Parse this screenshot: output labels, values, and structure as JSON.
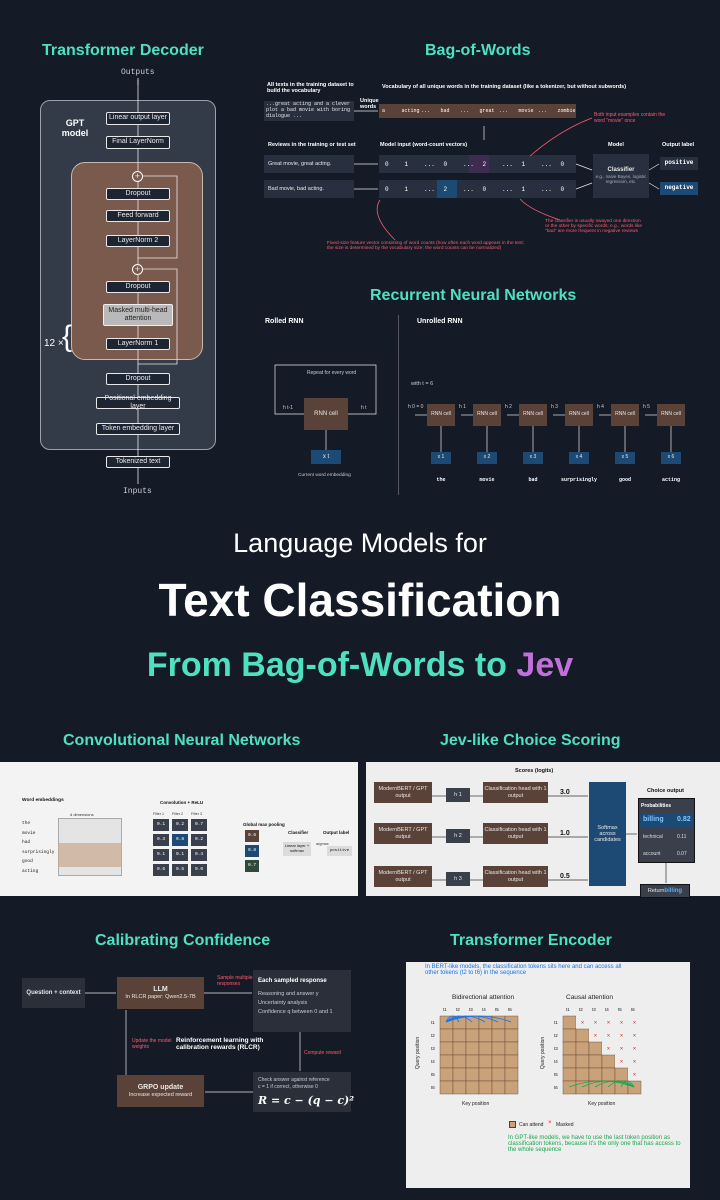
{
  "hero": {
    "line1": "Language Models for",
    "line2": "Text Classification",
    "line3_a": "From Bag-of-Words to ",
    "line3_b": "Jev"
  },
  "decoder": {
    "title": "Transformer Decoder",
    "outputs": "Outputs",
    "inputs": "Inputs",
    "gpt_model": "GPT model",
    "repeat": "12 ×",
    "layers": {
      "linear": "Linear output layer",
      "final_ln": "Final LayerNorm",
      "dropout_top": "Dropout",
      "ff": "Feed forward",
      "ln2": "LayerNorm 2",
      "dropout_mid": "Dropout",
      "mha": "Masked multi-head attention",
      "ln1": "LayerNorm 1",
      "dropout_bot": "Dropout",
      "pos_emb": "Positional embedding layer",
      "tok_emb": "Token embedding layer",
      "tokenized": "Tokenized text"
    },
    "plus": "+"
  },
  "bow": {
    "title": "Bag-of-Words",
    "all_texts": "All texts in the training dataset to build the vocabulary",
    "sample_text": "...great acting and a clever plot a bad movie with boring dialogue ...",
    "unique_words": "Unique words",
    "vocab_title": "Vocabulary of all unique words in the training dataset (like a tokenizer, but without subwords)",
    "vocab": [
      "a",
      "acting",
      "...",
      "bad",
      "...",
      "great",
      "...",
      "movie",
      "...",
      "zombie"
    ],
    "note_movie": "Both input examples contain the word \"movie\" once",
    "reviews_head": "Reviews in the training or test set",
    "input_head": "Model input (word-count vectors)",
    "model_head": "Model",
    "label_head": "Output label",
    "review1": "Great movie, great acting.",
    "review2": "Bad movie, bad acting.",
    "vec1": [
      "0",
      "1",
      "...",
      "0",
      "...",
      "2",
      "...",
      "1",
      "...",
      "0"
    ],
    "vec2": [
      "0",
      "1",
      "...",
      "2",
      "...",
      "0",
      "...",
      "1",
      "...",
      "0"
    ],
    "classifier": "Classifier",
    "classifier_sub": "e.g., naive Bayes, logistic regression, etc.",
    "label1": "positive",
    "label2": "negative",
    "note_vector": "Fixed-size feature vector consisting of word counts (how often each word appears in the text; the size is determined by the vocabulary size; the word counts can be normalized)",
    "note_classifier": "The classifier is usually swayed one direction or the other by specific words; e.g., words like \"bad\" are more frequent in negative reviews"
  },
  "rnn": {
    "title": "Recurrent Neural Networks",
    "rolled": "Rolled RNN",
    "unrolled": "Unrolled RNN",
    "repeat": "Repeat for every word",
    "cell": "RNN cell",
    "h_prev": "h t-1",
    "h_t": "h t",
    "x_t": "x t",
    "current": "Current word embedding",
    "with_t": "with t = 6",
    "h0": "h 0 = 0",
    "cells": [
      "RNN cell",
      "RNN cell",
      "RNN cell",
      "RNN cell",
      "RNN cell",
      "RNN cell"
    ],
    "hs": [
      "h 1",
      "h 2",
      "h 3",
      "h 4",
      "h 5"
    ],
    "xs": [
      "x 1",
      "x 2",
      "x 3",
      "x 4",
      "x 5",
      "x 6"
    ],
    "words": [
      "the",
      "movie",
      "bad",
      "surprisingly",
      "good",
      "acting"
    ]
  },
  "cnn": {
    "title": "Convolutional Neural Networks",
    "word_emb": "Word embeddings",
    "dims": "d dimensions",
    "words": [
      "the",
      "movie",
      "had",
      "surprisingly",
      "good",
      "acting"
    ],
    "conv": "Convolution + ReLU",
    "filters": [
      "Filter 1",
      "Filter 2",
      "Filter 3"
    ],
    "f1": [
      "0.1",
      "0.3",
      "0.1",
      "0.6"
    ],
    "f2": [
      "0.2",
      "0.8",
      "0.1",
      "0.5"
    ],
    "f3": [
      "0.7",
      "0.2",
      "0.4",
      "0.0"
    ],
    "pool": "Global max pooling",
    "pooled": [
      "0.6",
      "0.8",
      "0.7"
    ],
    "classifier": "Classifier",
    "classifier_box": "Linear layer + softmax",
    "argmax": "argmax",
    "out_label": "Output label",
    "positive": "positive"
  },
  "jev": {
    "title": "Jev-like Choice Scoring",
    "scores": "Scores (logits)",
    "model": "ModernBERT / GPT output",
    "h": [
      "h 1",
      "h 2",
      "h 3"
    ],
    "head": "Classification head with 1 output",
    "logits": [
      "3.0",
      "1.0",
      "0.5"
    ],
    "softmax": "Softmax across candidates",
    "choice_output": "Choice output",
    "probabilities": "Probabilities",
    "probs": [
      {
        "label": "billing",
        "value": "0.82"
      },
      {
        "label": "technical",
        "value": "0.11"
      },
      {
        "label": "account",
        "value": "0.07"
      }
    ],
    "return_label": "Return ",
    "return_value": "billing"
  },
  "calib": {
    "title": "Calibrating Confidence",
    "question": "Question + context",
    "llm": "LLM",
    "llm_sub": "In RLCR paper: Qwen2.5-7B",
    "sample": "Sample multiple responses",
    "each": "Each sampled response",
    "each_lines": [
      "Reasoning and answer y",
      "Uncertainty analysis",
      "Confidence q between 0 and 1"
    ],
    "update_weights": "Update the model weights",
    "rlcr": "Reinforcement learning with calibration rewards (RLCR)",
    "compute": "Compute reward",
    "grpo": "GRPO update",
    "grpo_sub": "Increase expected reward",
    "check": "Check answer against reference",
    "check2": "c = 1 if correct, otherwise 0",
    "formula": "R = c − (q − c)²"
  },
  "encoder": {
    "title": "Transformer Encoder",
    "note_bert": "In BERT-like models, the classification tokens sits here and can access all other tokens (t2 to t6) in the sequence",
    "bidir": "Bidirectional attention",
    "causal": "Causal attention",
    "query": "Query position",
    "key": "Key position",
    "tokens": [
      "t1",
      "t2",
      "t3",
      "t4",
      "t5",
      "t6"
    ],
    "can_attend": "Can attend",
    "masked": "Masked",
    "note_gpt": "In GPT-like models, we have to use the last token position as classification tokens, because it's the only one that has access to the whole sequence"
  },
  "colors": {
    "accent": "#4fe0c2",
    "purple": "#c070d8",
    "brown": "#5b4238",
    "blue": "#1d4a75",
    "red": "#ff5a6e",
    "green": "#4fe08b"
  }
}
